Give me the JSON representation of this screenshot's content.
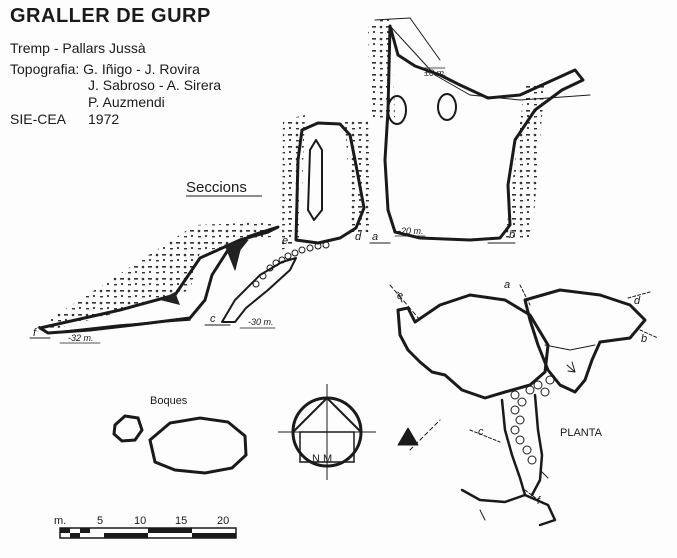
{
  "header": {
    "title": "GRALLER DE GURP",
    "location": "Tremp - Pallars Jussà",
    "topography_line1": "Topografia: G. Iñigo - J. Rovira",
    "topography_line2": "J. Sabroso - A. Sirera",
    "topography_line3": "P. Auzmendi",
    "org": "SIE-CEA",
    "year": "1972"
  },
  "sections": {
    "label": "Seccions",
    "letters": {
      "a": "a",
      "b": "b",
      "c": "c",
      "d": "d",
      "e": "e",
      "f": "f"
    },
    "depths": {
      "d0": "±0 m.",
      "d20": "-20 m.",
      "d30": "-30 m.",
      "d32": "-32 m."
    }
  },
  "plan": {
    "label": "PLANTA",
    "letters": {
      "a": "a",
      "b": "b",
      "c": "c",
      "d": "d",
      "e": "e",
      "f": "f"
    }
  },
  "boques": {
    "label": "Boques"
  },
  "compass": {
    "letters": "N  M"
  },
  "scale": {
    "unit": "m.",
    "ticks": [
      "5",
      "10",
      "15",
      "20"
    ]
  },
  "colors": {
    "ink": "#1a1a1a",
    "paper": "#fdfdfd"
  }
}
